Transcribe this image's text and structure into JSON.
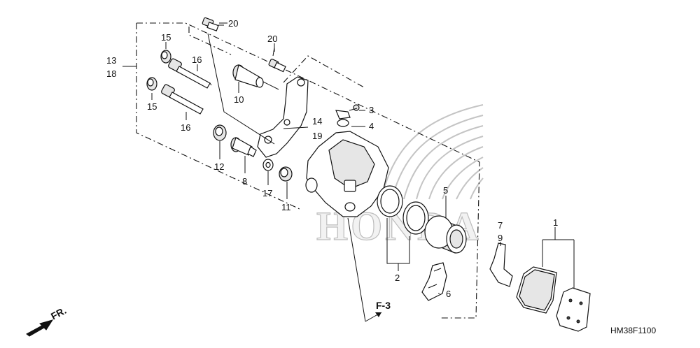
{
  "callouts": {
    "p1": "1",
    "p2": "2",
    "p3": "3",
    "p4": "4",
    "p5": "5",
    "p6": "6",
    "p7": "7",
    "p8": "8",
    "p9": "9",
    "p10": "10",
    "p11": "11",
    "p12": "12",
    "p13": "13",
    "p14": "14",
    "p15a": "15",
    "p15b": "15",
    "p16a": "16",
    "p16b": "16",
    "p17": "17",
    "p18": "18",
    "p19": "19",
    "p20a": "20",
    "p20b": "20"
  },
  "reference": "F-3",
  "direction": "FR.",
  "diagram_code": "HM38F1100",
  "watermark": "HONDA"
}
